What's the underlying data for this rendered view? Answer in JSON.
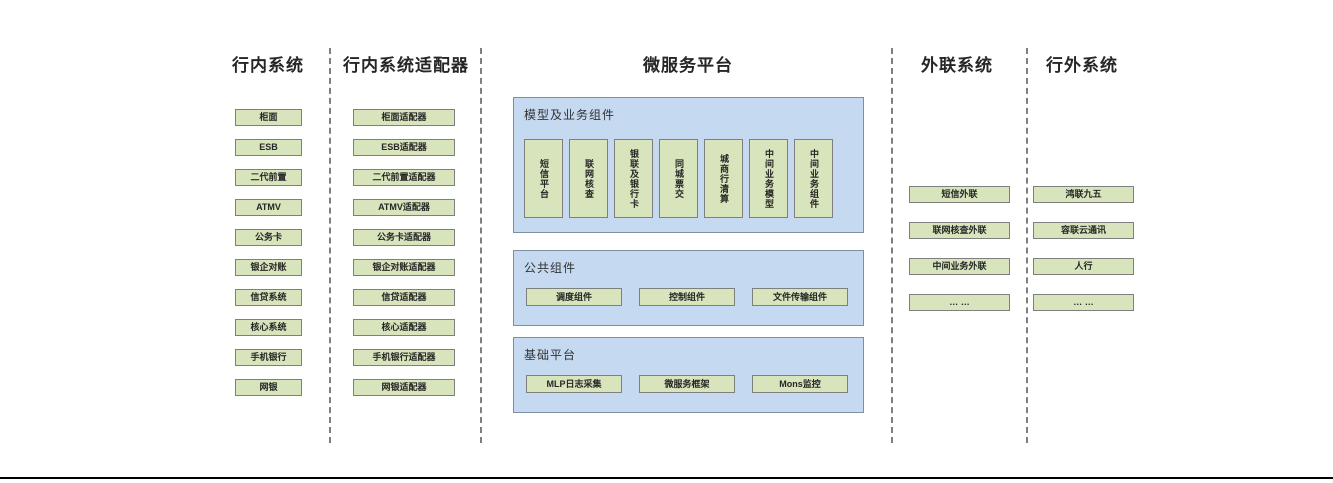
{
  "diagram": {
    "colors": {
      "node_fill": "#d7e4bc",
      "node_border": "#7f7f7f",
      "group_fill": "#c5d9f1",
      "group_border": "#7f8fa0",
      "divider": "#7f7f7f",
      "title_text": "#262626",
      "bottom_rule": "#000000"
    },
    "lanes": {
      "internal": {
        "title": "行内系统",
        "items": [
          "柜面",
          "ESB",
          "二代前置",
          "ATMV",
          "公务卡",
          "银企对账",
          "信贷系统",
          "核心系统",
          "手机银行",
          "网银"
        ]
      },
      "adapters": {
        "title": "行内系统适配器",
        "items": [
          "柜面适配器",
          "ESB适配器",
          "二代前置适配器",
          "ATMV适配器",
          "公务卡适配器",
          "银企对账适配器",
          "信贷适配器",
          "核心适配器",
          "手机银行适配器",
          "网银适配器"
        ]
      },
      "platform": {
        "title": "微服务平台",
        "groups": [
          {
            "label": "模型及业务组件",
            "items": [
              "短信平台",
              "联网核查",
              "银联及银行卡",
              "同城票交",
              "城商行清算",
              "中间业务模型",
              "中间业务组件"
            ]
          },
          {
            "label": "公共组件",
            "items": [
              "调度组件",
              "控制组件",
              "文件传输组件"
            ]
          },
          {
            "label": "基础平台",
            "items": [
              "MLP日志采集",
              "微服务框架",
              "Mons监控"
            ]
          }
        ]
      },
      "external": {
        "title": "外联系统",
        "items": [
          "短信外联",
          "联网核查外联",
          "中间业务外联",
          "… …"
        ]
      },
      "outside": {
        "title": "行外系统",
        "items": [
          "鸿联九五",
          "容联云通讯",
          "人行",
          "… …"
        ]
      }
    }
  }
}
